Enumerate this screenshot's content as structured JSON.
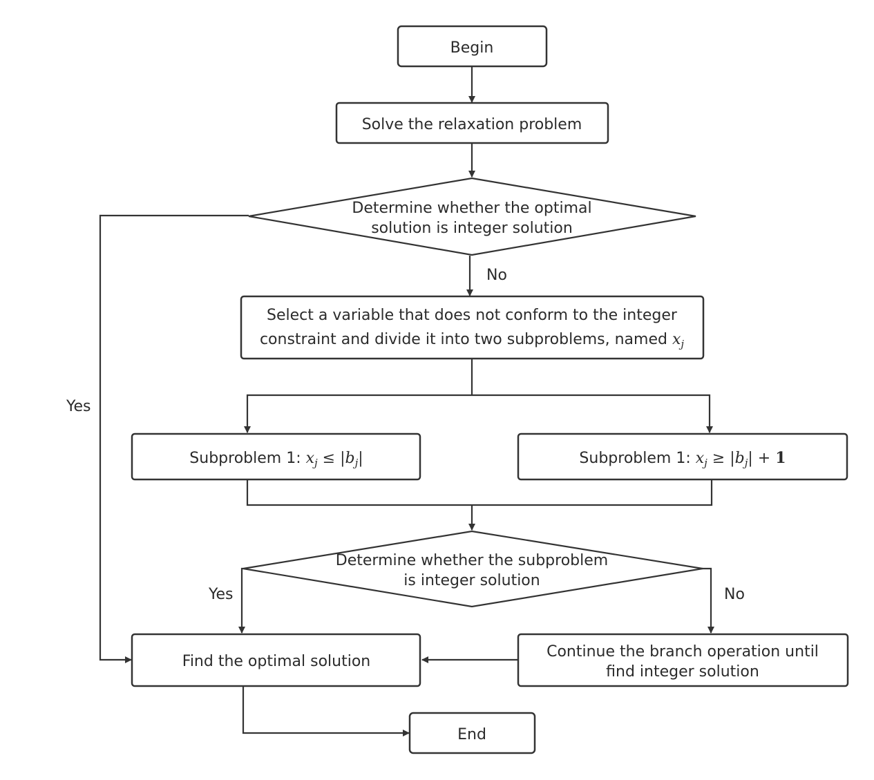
{
  "nodes": {
    "begin": "Begin",
    "solve": "Solve the relaxation problem",
    "decision1": {
      "line1": "Determine whether the optimal",
      "line2": "solution is  integer solution"
    },
    "select": {
      "line1": "Select a variable that does not conform to the integer",
      "line2": "constraint and divide it into two subproblems, named ",
      "var": "x",
      "var_sub": "j"
    },
    "sub1": {
      "prefix": "Subproblem 1: ",
      "x": "x",
      "j": "j",
      "op": " ≤ |",
      "b": "b",
      "bj": "j",
      "close": "|"
    },
    "sub2": {
      "prefix": "Subproblem 1: ",
      "x": "x",
      "j": "j",
      "op": " ≥ |",
      "b": "b",
      "bj": "j",
      "close": "| + ",
      "one": "1"
    },
    "decision2": {
      "line1": "Determine whether the subproblem",
      "line2": "is integer solution"
    },
    "find": "Find the optimal solution",
    "continue": {
      "line1": "Continue the  branch operation until",
      "line2": "find integer solution"
    },
    "end": "End"
  },
  "edge_labels": {
    "no1": "No",
    "yes1": "Yes",
    "yes2": "Yes",
    "no2": "No"
  },
  "colors": {
    "stroke": "#333333",
    "text": "#2b2b2b",
    "background": "#ffffff"
  }
}
